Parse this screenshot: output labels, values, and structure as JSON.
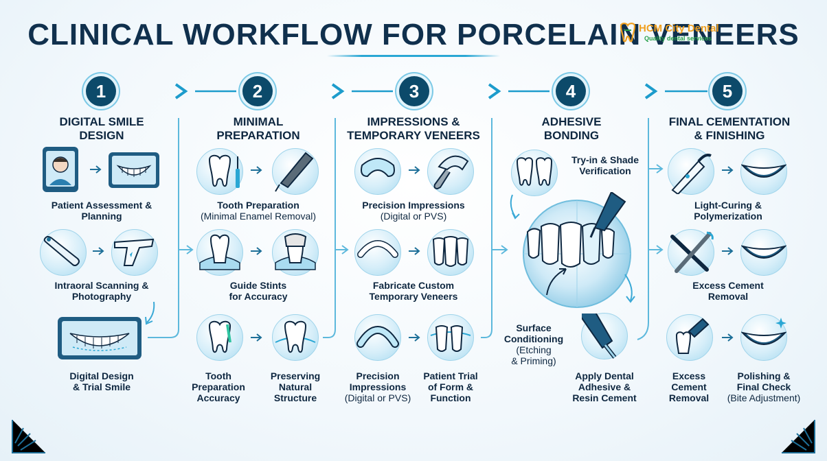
{
  "title": "CLINICAL WORKFLOW FOR PORCELAIN VENEERS",
  "logo": {
    "name": "HCM City Dental",
    "tagline": "Quality dental services"
  },
  "steps": [
    {
      "number": "1",
      "title_line1": "DIGITAL SMILE",
      "title_line2": "DESIGN",
      "items": [
        {
          "line1": "Patient Assessment &",
          "line2": "Planning"
        },
        {
          "line1": "Intraoral Scanning &",
          "line2": "Photography"
        },
        {
          "line1": "Digital Design",
          "line2": "& Trial Smile"
        }
      ]
    },
    {
      "number": "2",
      "title_line1": "MINIMAL",
      "title_line2": "PREPARATION",
      "items": [
        {
          "line1": "Tooth Preparation",
          "line2": "(Minimal Enamel Removal)"
        },
        {
          "line1": "Guide Stints",
          "line2": "for Accuracy"
        },
        {
          "line1": "Tooth",
          "line2": "Preparation",
          "line3": "Accuracy"
        },
        {
          "line1": "Preserving",
          "line2": "Natural",
          "line3": "Structure"
        }
      ]
    },
    {
      "number": "3",
      "title_line1": "IMPRESSIONS &",
      "title_line2": "TEMPORARY VENEERS",
      "items": [
        {
          "line1": "Precision Impressions",
          "line2": "(Digital or PVS)"
        },
        {
          "line1": "Fabricate Custom",
          "line2": "Temporary Veneers"
        },
        {
          "line1": "Precision",
          "line2": "Impressions",
          "line3": "(Digital or PVS)"
        },
        {
          "line1": "Patient Trial",
          "line2": "of Form &",
          "line3": "Function"
        }
      ]
    },
    {
      "number": "4",
      "title_line1": "ADHESIVE",
      "title_line2": "BONDING",
      "items": [
        {
          "line1": "Try-in & Shade",
          "line2": "Verification"
        },
        {
          "line1": "Surface",
          "line2": "Conditioning",
          "line3": "(Etching",
          "line4": "& Priming)"
        },
        {
          "line1": "Apply Dental",
          "line2": "Adhesive &",
          "line3": "Resin Cement"
        }
      ]
    },
    {
      "number": "5",
      "title_line1": "FINAL CEMENTATION",
      "title_line2": "& FINISHING",
      "items": [
        {
          "line1": "Light-Curing &",
          "line2": "Polymerization"
        },
        {
          "line1": "Excess Cement",
          "line2": "Removal"
        },
        {
          "line1": "Excess",
          "line2": "Cement",
          "line3": "Removal"
        },
        {
          "line1": "Polishing &",
          "line2": "Final Check",
          "line3": "(Bite Adjustment)"
        }
      ]
    }
  ],
  "colors": {
    "navy": "#0c4a6a",
    "accent": "#2aa7d4",
    "title": "#10304d"
  }
}
